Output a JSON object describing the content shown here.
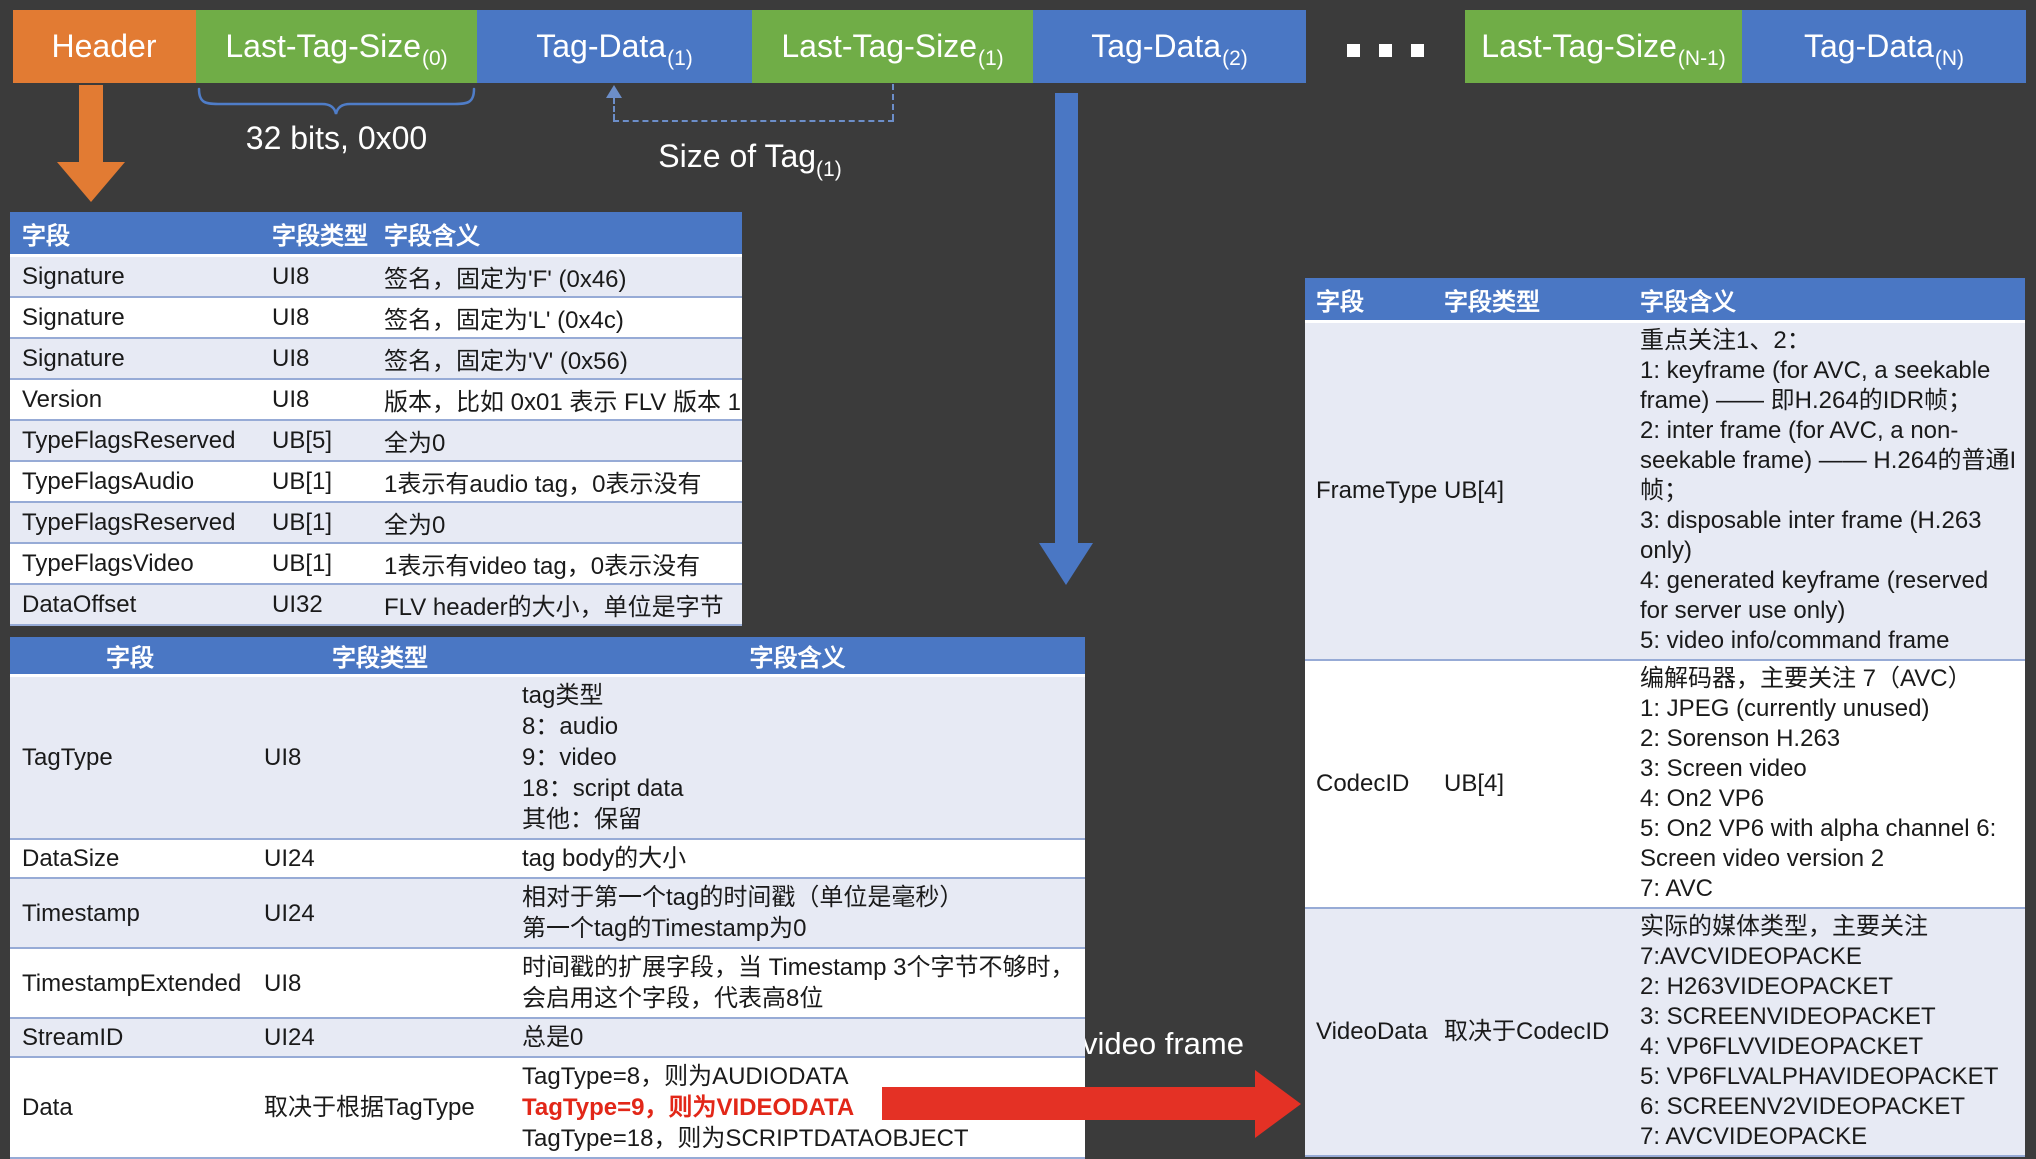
{
  "colors": {
    "background": "#3b3b3b",
    "orange": "#e27b33",
    "green": "#70ad47",
    "blue": "#4a77c4",
    "table_band": "#e7eaf4",
    "highlight_red": "#e22718"
  },
  "sequence": {
    "boxes": [
      {
        "text": "Header",
        "sub": ""
      },
      {
        "text": "Last-Tag-Size",
        "sub": "(0)"
      },
      {
        "text": "Tag-Data",
        "sub": "(1)"
      },
      {
        "text": "Last-Tag-Size",
        "sub": "(1)"
      },
      {
        "text": "Tag-Data",
        "sub": "(2)"
      },
      {
        "text": "Last-Tag-Size",
        "sub": "(N-1)"
      },
      {
        "text": "Tag-Data",
        "sub": "(N)"
      }
    ],
    "ellipsis_dots": 3
  },
  "annotations": {
    "last_tag_size_note": "32 bits, 0x00",
    "size_of_tag": {
      "text": "Size of Tag",
      "sub": "(1)"
    },
    "video_frame_label": "video frame"
  },
  "flv_header_table": {
    "columns": [
      "字段",
      "字段类型",
      "字段含义"
    ],
    "rows": [
      {
        "field": "Signature",
        "type": "UI8",
        "meaning": "签名，固定为'F' (0x46)"
      },
      {
        "field": "Signature",
        "type": "UI8",
        "meaning": "签名，固定为'L' (0x4c)"
      },
      {
        "field": "Signature",
        "type": "UI8",
        "meaning": "签名，固定为'V' (0x56)"
      },
      {
        "field": "Version",
        "type": "UI8",
        "meaning": "版本，比如 0x01 表示 FLV 版本 1"
      },
      {
        "field": "TypeFlagsReserved",
        "type": "UB[5]",
        "meaning": "全为0"
      },
      {
        "field": "TypeFlagsAudio",
        "type": "UB[1]",
        "meaning": "1表示有audio tag，0表示没有"
      },
      {
        "field": "TypeFlagsReserved",
        "type": "UB[1]",
        "meaning": "全为0"
      },
      {
        "field": "TypeFlagsVideo",
        "type": "UB[1]",
        "meaning": "1表示有video tag，0表示没有"
      },
      {
        "field": "DataOffset",
        "type": "UI32",
        "meaning": "FLV header的大小，单位是字节"
      }
    ]
  },
  "tag_table": {
    "columns": [
      "字段",
      "字段类型",
      "字段含义"
    ],
    "rows": [
      {
        "field": "TagType",
        "type": "UI8",
        "meaning": "tag类型\n8：audio\n9：video\n18：script data\n其他：保留"
      },
      {
        "field": "DataSize",
        "type": "UI24",
        "meaning": "tag body的大小"
      },
      {
        "field": "Timestamp",
        "type": "UI24",
        "meaning": "相对于第一个tag的时间戳（单位是毫秒）\n第一个tag的Timestamp为0"
      },
      {
        "field": "TimestampExtended",
        "type": "UI8",
        "meaning": "时间戳的扩展字段，当 Timestamp 3个字节不够时，\n会启用这个字段，代表高8位"
      },
      {
        "field": "StreamID",
        "type": "UI24",
        "meaning": "总是0"
      },
      {
        "field": "Data",
        "type": "取决于根据TagType",
        "meaning_lines": [
          "TagType=8，则为AUDIODATA",
          "TagType=9，则为VIDEODATA",
          "TagType=18，则为SCRIPTDATAOBJECT"
        ]
      }
    ]
  },
  "video_table": {
    "columns": [
      "字段",
      "字段类型",
      "字段含义"
    ],
    "rows": [
      {
        "field": "FrameType",
        "type": "UB[4]",
        "meaning": "重点关注1、2：\n1: keyframe (for AVC, a seekable frame) —— 即H.264的IDR帧；\n2: inter frame (for AVC, a non-seekable frame) —— H.264的普通I帧；\n3: disposable inter frame (H.263 only)\n4: generated keyframe (reserved for server use only)\n5: video info/command frame"
      },
      {
        "field": "CodecID",
        "type": "UB[4]",
        "meaning": "编解码器，主要关注 7（AVC）\n1: JPEG (currently unused)\n2: Sorenson H.263\n3: Screen video\n4: On2 VP6\n5: On2 VP6 with alpha channel 6: Screen video version 2\n7: AVC"
      },
      {
        "field": "VideoData",
        "type": "取决于CodecID",
        "meaning": "实际的媒体类型，主要关注\n7:AVCVIDEOPACKE\n2: H263VIDEOPACKET\n3: SCREENVIDEOPACKET\n4: VP6FLVVIDEOPACKET\n5: VP6FLVALPHAVIDEOPACKET\n6: SCREENV2VIDEOPACKET\n7: AVCVIDEOPACKE"
      }
    ]
  }
}
